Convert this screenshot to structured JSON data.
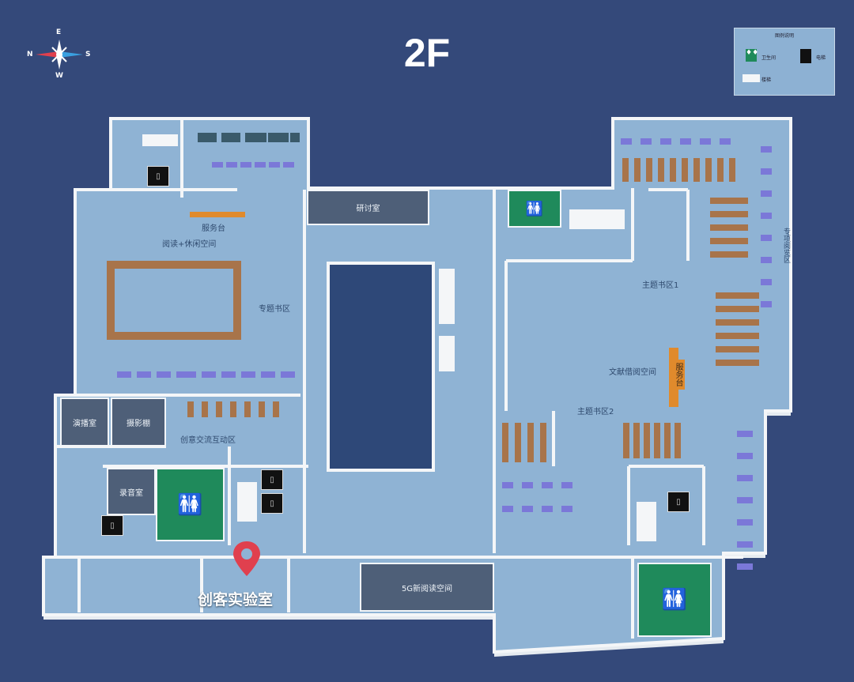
{
  "floor_title": "2F",
  "compass": {
    "north": "N",
    "south": "S",
    "east": "E",
    "west": "W"
  },
  "legend": {
    "title": "图例说明",
    "items": [
      {
        "icon": "restroom-icon",
        "label": "卫生间"
      },
      {
        "icon": "elevator-icon",
        "label": "电梯"
      },
      {
        "icon": "stairs-icon",
        "label": "楼梯"
      }
    ]
  },
  "areas": {
    "service_desk_left": "服务台",
    "reading_leisure": "阅读+休闲空间",
    "special_books": "专题书区",
    "seminar_room": "研讨室",
    "theme_books_1": "主题书区1",
    "literature_lending": "文献借阅空间",
    "service_desk_right": "服务台",
    "theme_books_2": "主题书区2",
    "special_reading": "专项阅览区",
    "studio": "演播室",
    "photo_studio": "摄影棚",
    "creative_exchange": "创意交流互动区",
    "recording_room": "录音室",
    "maker_lab": "创客实验室",
    "new_reading_5g": "5G新阅读空间"
  },
  "colors": {
    "background": "#34497a",
    "floor": "#8fb3d4",
    "restroom": "#1f8a5b",
    "pin": "#e0404e"
  }
}
